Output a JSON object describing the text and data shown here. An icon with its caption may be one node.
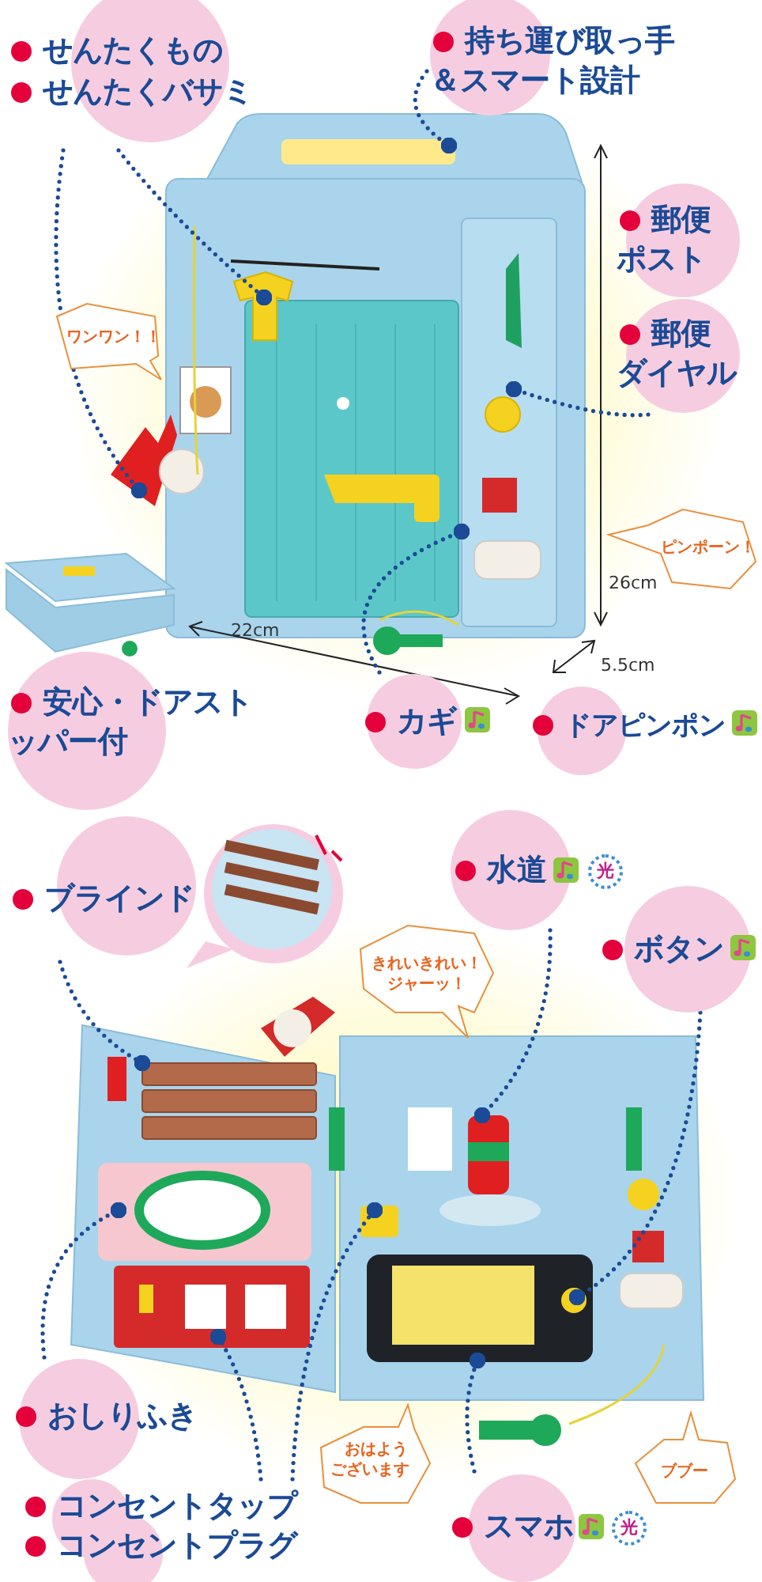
{
  "diagram": {
    "nodes": [
      {
        "text": [
          "せんたくもの",
          "せんたくバサミ"
        ]
      },
      {
        "text": [
          "持ち運び取っ手＆スマート設計"
        ]
      },
      {
        "text": [
          "ワンワン！！"
        ]
      },
      {
        "text": [
          "郵便ポスト"
        ]
      },
      {
        "text": [
          "郵便ダイヤル"
        ]
      },
      {
        "text": [
          "ピンポーン！"
        ]
      },
      {
        "text": [
          "安心・ドアストッパー付"
        ]
      },
      {
        "text": [
          "カギ"
        ]
      },
      {
        "text": [
          "ドアピンポン"
        ]
      },
      {
        "text": [
          "ブラインド"
        ]
      },
      {
        "text": [
          "水道",
          "光"
        ]
      },
      {
        "text": [
          "ボタン"
        ]
      },
      {
        "text": [
          "きれいきれい！ジャーッ！"
        ]
      },
      {
        "text": [
          "おしりふき"
        ]
      },
      {
        "text": [
          "おはようございます"
        ]
      },
      {
        "text": [
          "ブブー"
        ]
      },
      {
        "text": [
          "コンセントタップ",
          "コンセントプラグ"
        ]
      },
      {
        "text": [
          "スマホ",
          "光"
        ]
      }
    ],
    "edges": [
      {
        "from": 0,
        "to": null,
        "arrow": "other"
      },
      {
        "from": 0,
        "to": null,
        "arrow": "other"
      },
      {
        "from": 1,
        "to": null,
        "arrow": "other"
      },
      {
        "from": 4,
        "to": null,
        "arrow": "other"
      },
      {
        "from": 7,
        "to": null,
        "arrow": "other"
      },
      {
        "from": 9,
        "to": null,
        "arrow": "other"
      },
      {
        "from": 10,
        "to": null,
        "arrow": "other"
      },
      {
        "from": 11,
        "to": null,
        "arrow": "other"
      },
      {
        "from": 13,
        "to": null,
        "arrow": "other"
      },
      {
        "from": 16,
        "to": null,
        "arrow": "other"
      },
      {
        "from": 16,
        "to": null,
        "arrow": "other"
      },
      {
        "from": 17,
        "to": null,
        "arrow": "other"
      }
    ],
    "labels": [
      "26cm",
      "22cm",
      "5.5cm"
    ]
  }
}
